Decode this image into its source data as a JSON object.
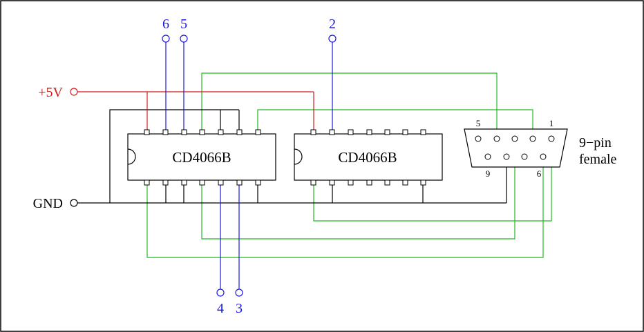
{
  "chips": [
    {
      "label": "CD4066B"
    },
    {
      "label": "CD4066B"
    }
  ],
  "power": {
    "label": "+5V",
    "color": "#d91a1a"
  },
  "ground": {
    "label": "GND"
  },
  "signal_pins": {
    "p6": "6",
    "p5": "5",
    "p2": "2",
    "p4": "4",
    "p3": "3"
  },
  "connector": {
    "title_line1": "9−pin",
    "title_line2": "female",
    "num_5": "5",
    "num_1": "1",
    "num_9": "9",
    "num_6": "6"
  },
  "colors": {
    "signal": "#1a1ad9",
    "power": "#d91a1a",
    "wire": "#22bb22",
    "ground": "#000000"
  }
}
